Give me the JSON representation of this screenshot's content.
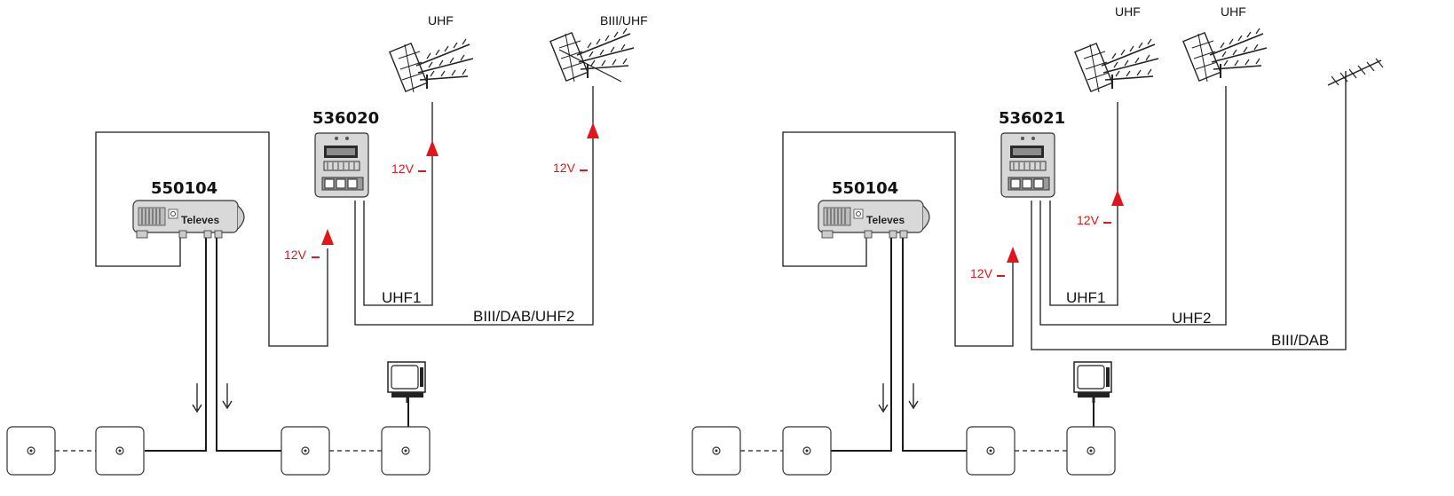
{
  "colors": {
    "power": "#e0161b",
    "line": "#1a1a1a",
    "device": "#d9d9d9"
  },
  "left": {
    "amplifier_code": "550104",
    "amplifier_brand": "Televes",
    "processor_code": "536020",
    "voltage_label": "12V",
    "antennas": [
      {
        "label": "UHF",
        "voltage": "12V",
        "icon": "yagi-antenna-icon"
      },
      {
        "label": "BIII/UHF",
        "voltage": "12V",
        "icon": "yagi-antenna-icon"
      }
    ],
    "input_labels": [
      "UHF1",
      "BIII/DAB/UHF2"
    ]
  },
  "right": {
    "amplifier_code": "550104",
    "amplifier_brand": "Televes",
    "processor_code": "536021",
    "voltage_label": "12V",
    "antennas": [
      {
        "label": "UHF",
        "voltage": "12V",
        "icon": "yagi-antenna-icon"
      },
      {
        "label": "UHF",
        "icon": "yagi-antenna-icon"
      },
      {
        "label": "",
        "icon": "dab-antenna-icon"
      }
    ],
    "input_labels": [
      "UHF1",
      "UHF2",
      "BIII/DAB"
    ]
  }
}
